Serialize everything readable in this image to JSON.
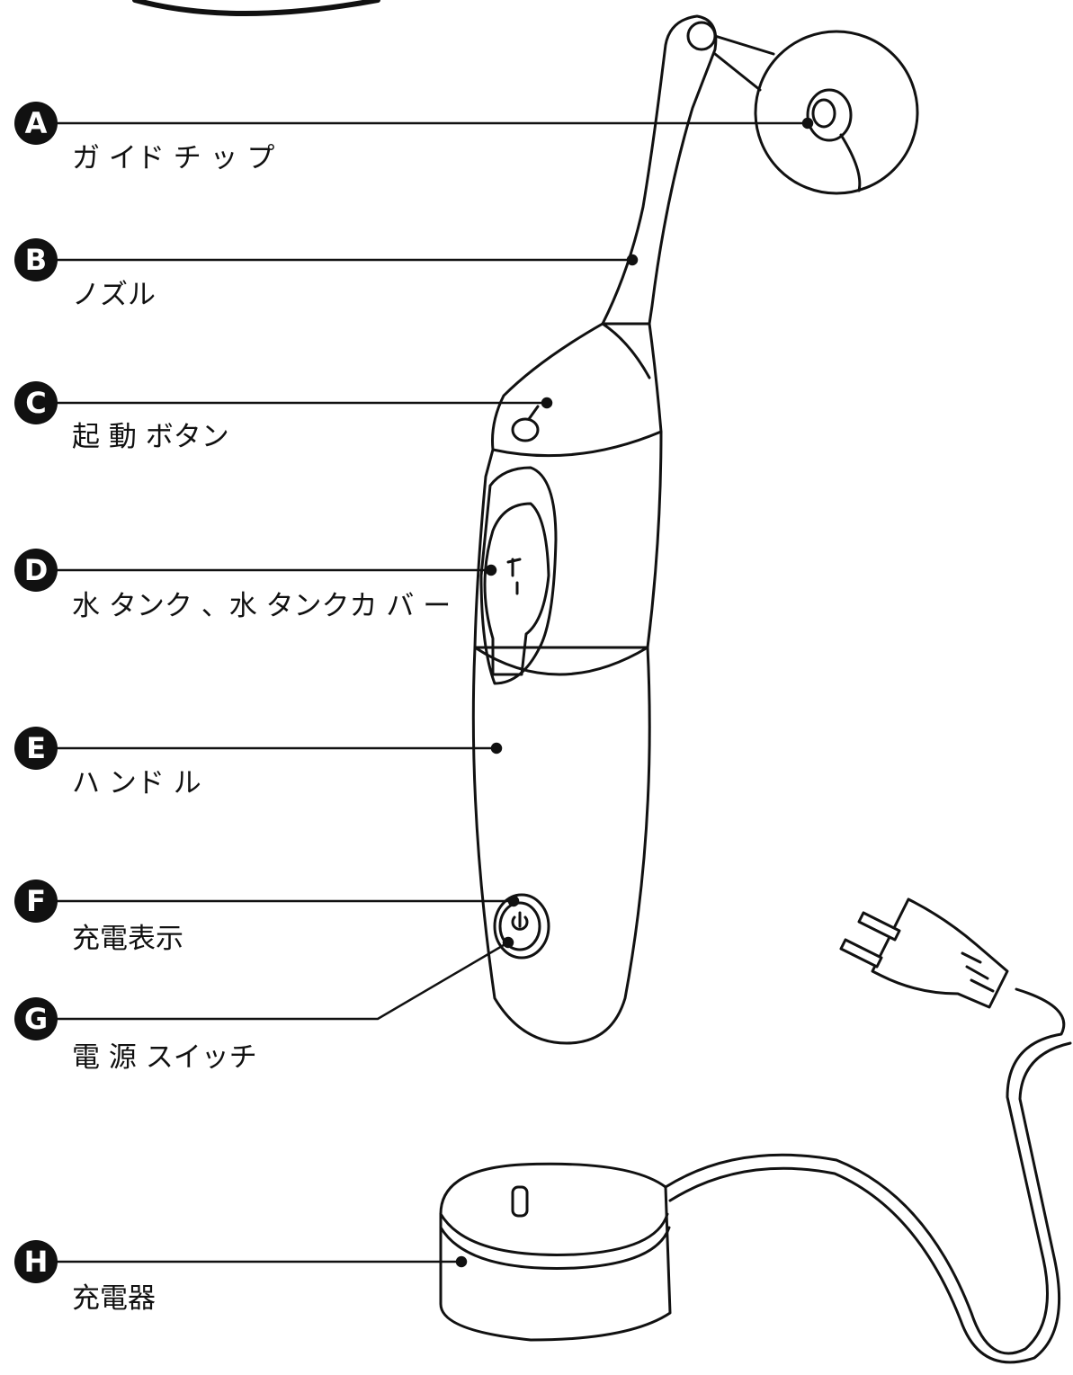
{
  "callouts": [
    {
      "letter": "A",
      "label": "ガ イド チ ッ プ"
    },
    {
      "letter": "B",
      "label": "ノズル"
    },
    {
      "letter": "C",
      "label": "起 動 ボタン"
    },
    {
      "letter": "D",
      "label": "水 タンク 、水 タンクカ バ ー"
    },
    {
      "letter": "E",
      "label": "ハ ンド ル"
    },
    {
      "letter": "F",
      "label": "充電表示"
    },
    {
      "letter": "G",
      "label": "電 源 スイッチ"
    },
    {
      "letter": "H",
      "label": "充電器"
    }
  ]
}
